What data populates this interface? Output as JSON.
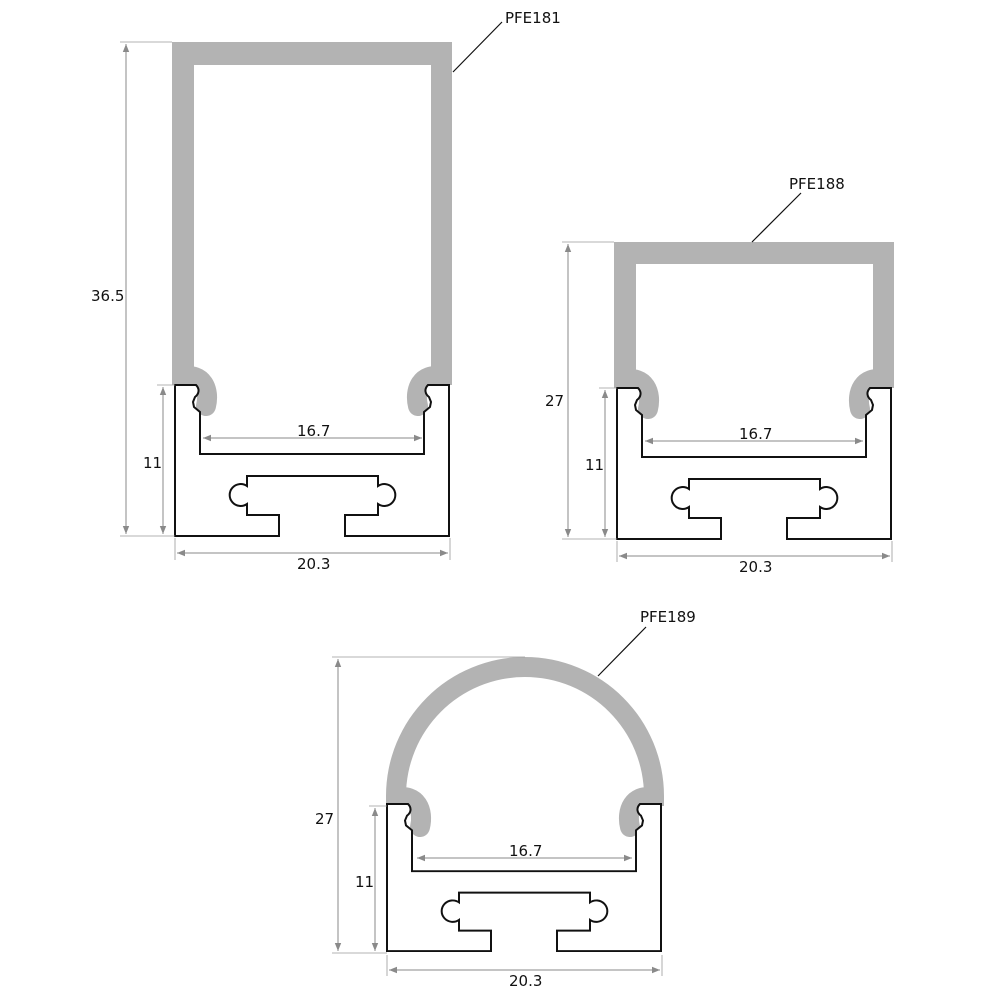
{
  "profiles": [
    {
      "name": "PFE181",
      "height": "36.5",
      "base_height": "11",
      "inner_width": "16.7",
      "width": "20.3",
      "diffuser_shape": "rectangular"
    },
    {
      "name": "PFE188",
      "height": "27",
      "base_height": "11",
      "inner_width": "16.7",
      "width": "20.3",
      "diffuser_shape": "rectangular"
    },
    {
      "name": "PFE189",
      "height": "27",
      "base_height": "11",
      "inner_width": "16.7",
      "width": "20.3",
      "diffuser_shape": "dome"
    }
  ],
  "colors": {
    "diffuser": "#b3b3b3",
    "outline": "#111111",
    "dimension": "#8a8a8a"
  }
}
